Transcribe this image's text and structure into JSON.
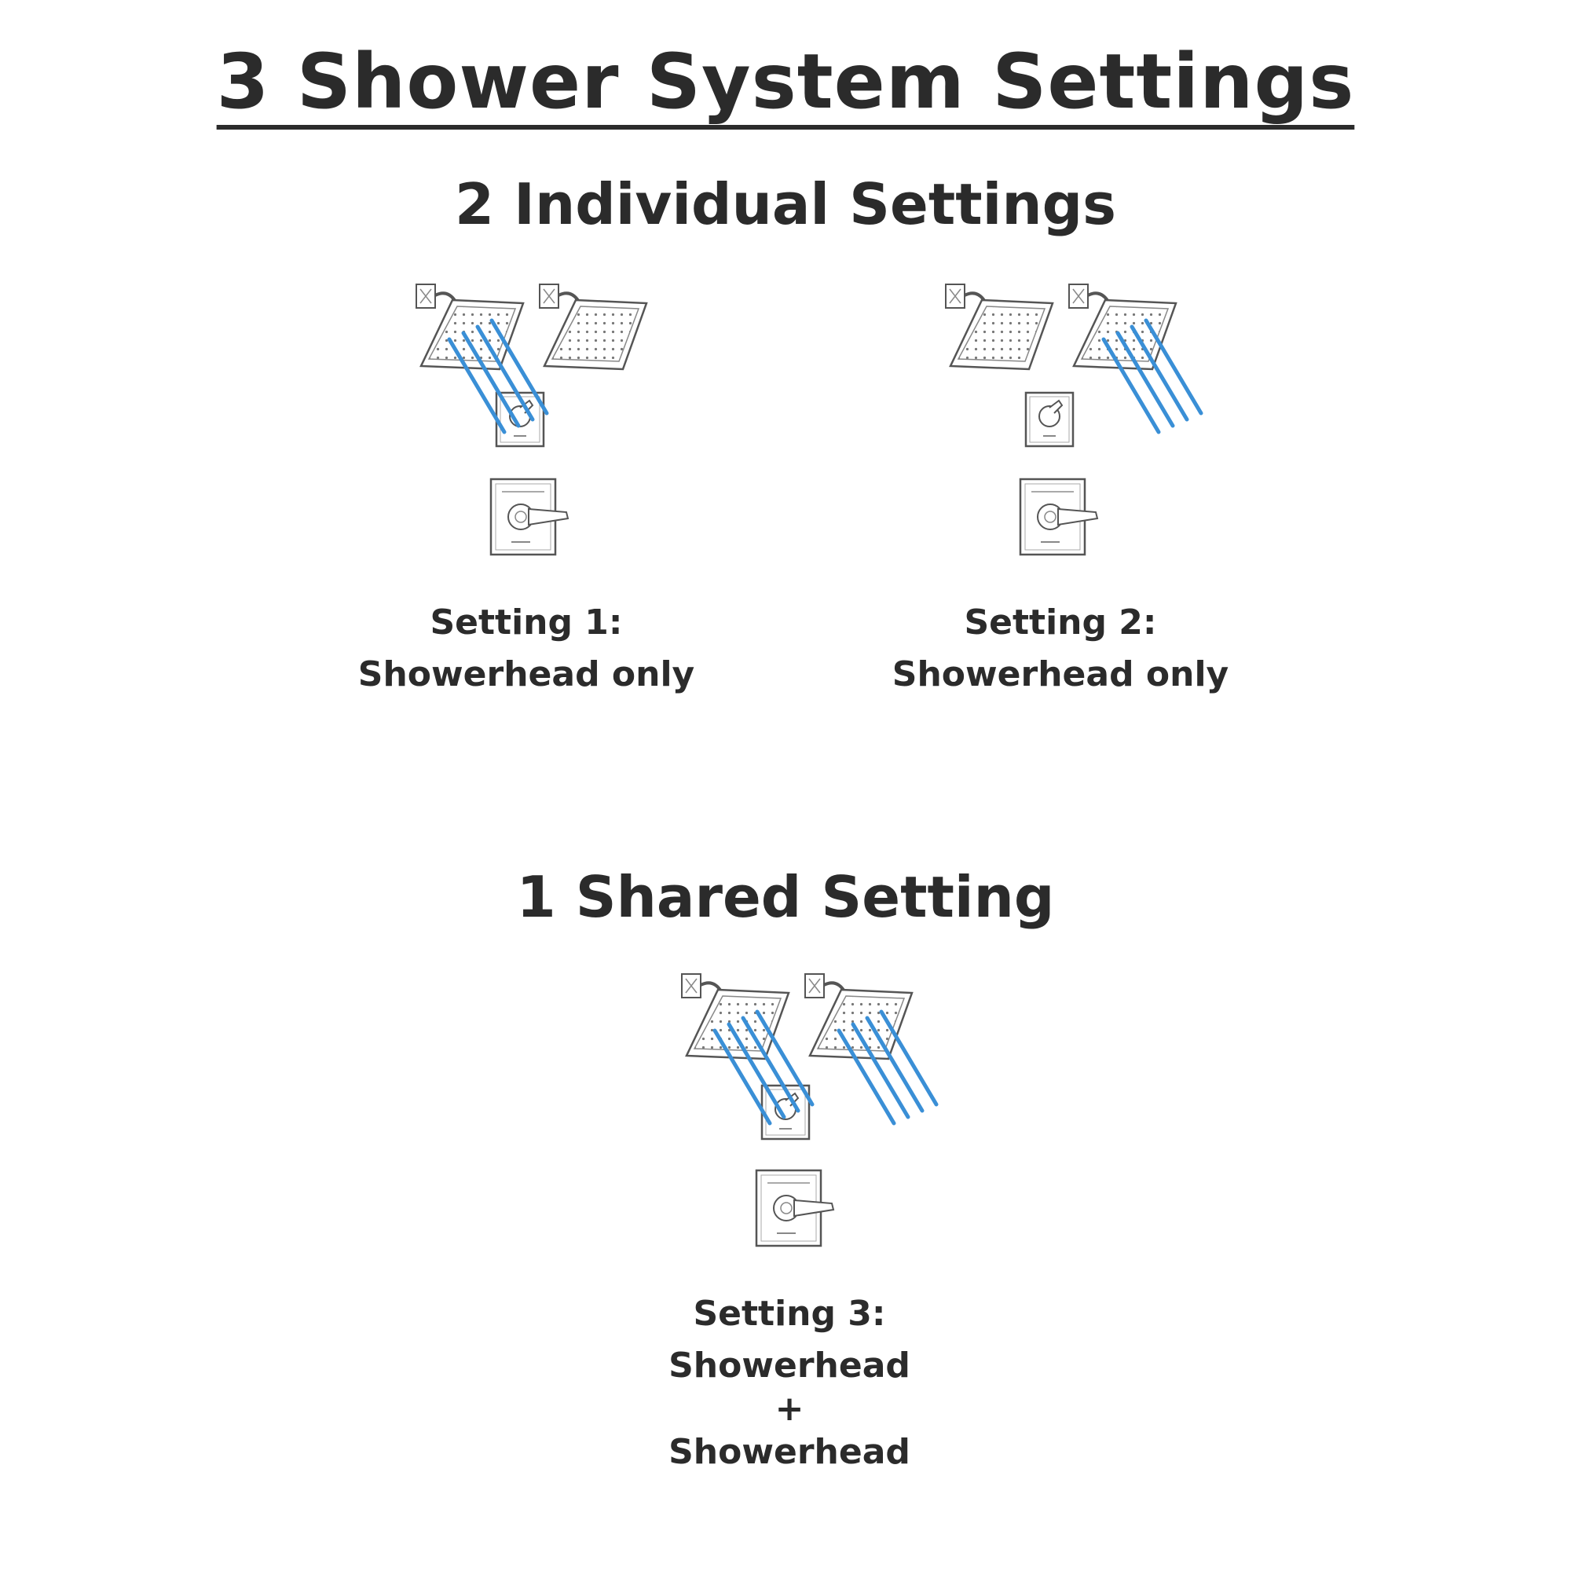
{
  "title": "3 Shower System Settings",
  "individual_section": {
    "title": "2 Individual Settings"
  },
  "shared_section": {
    "title": "1 Shared Setting"
  },
  "settings": [
    {
      "label": "Setting 1:",
      "description": "Showerhead only",
      "active_heads": [
        "left"
      ]
    },
    {
      "label": "Setting 2:",
      "description": "Showerhead only",
      "active_heads": [
        "right"
      ]
    },
    {
      "label": "Setting 3:",
      "description_line1": "Showerhead",
      "plus": "+",
      "description_line2": "Showerhead",
      "active_heads": [
        "left",
        "right"
      ]
    }
  ],
  "colors": {
    "water_spray": "#3a8fd6",
    "text": "#2b2b2b",
    "fixture_outline": "#555555"
  },
  "icons": [
    "showerhead-icon",
    "diverter-valve-icon",
    "shower-valve-trim-icon",
    "water-spray-icon"
  ]
}
